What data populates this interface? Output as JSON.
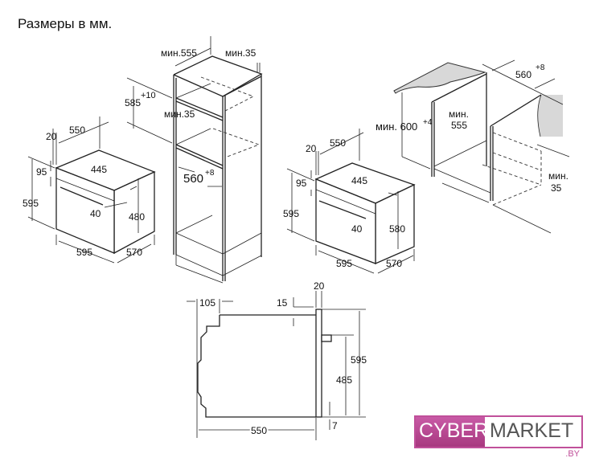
{
  "title": "Размеры в мм.",
  "left_oven": {
    "d20": "20",
    "d550": "550",
    "d95": "95",
    "d445": "445",
    "d595h": "595",
    "d40": "40",
    "d480": "480",
    "d595w": "595",
    "d570": "570"
  },
  "tall_cabinet": {
    "min555": "мин.555",
    "min35top": "мин.35",
    "d585": "585",
    "plus10": "+10",
    "min35": "мин.35",
    "d560": "560",
    "plus8": "+8"
  },
  "right_oven": {
    "d20": "20",
    "d550": "550",
    "d95": "95",
    "d445": "445",
    "d595h": "595",
    "d40": "40",
    "d580": "580",
    "d595w": "595",
    "d570": "570"
  },
  "under_counter": {
    "min600": "мин. 600",
    "plus4": "+4",
    "min555a": "мин.",
    "min555b": "555",
    "d560": "560",
    "plus8": "+8",
    "min35a": "мин.",
    "min35b": "35"
  },
  "side_view": {
    "d105": "105",
    "d15": "15",
    "d20": "20",
    "d595": "595",
    "d485": "485",
    "d7": "7",
    "d550": "550"
  },
  "logo": {
    "part1": "CYBER",
    "part2": "MARKET",
    "suffix": ".BY"
  }
}
